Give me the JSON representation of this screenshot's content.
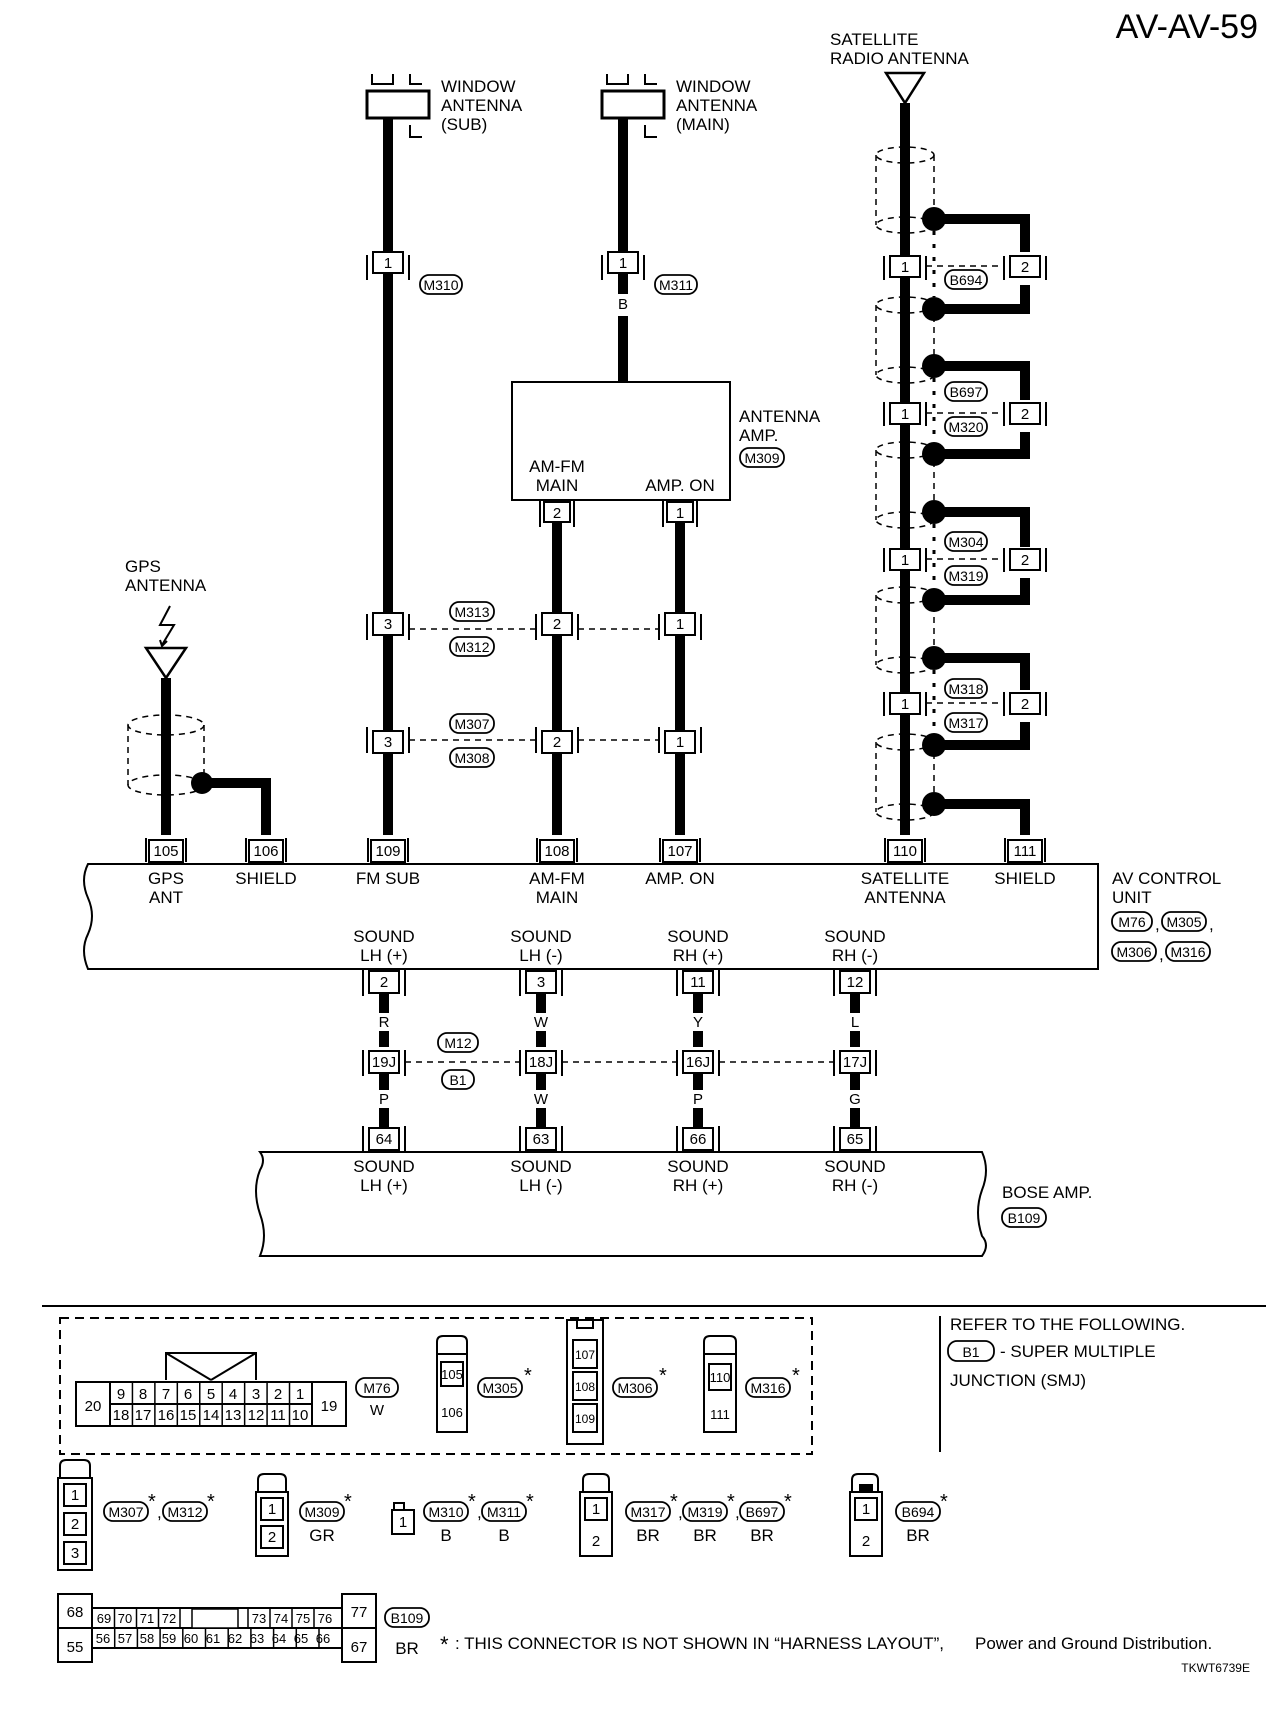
{
  "page": {
    "code": "AV-AV-59",
    "figure_id": "TKWT6739E"
  },
  "antennas": {
    "window_sub": [
      "WINDOW",
      "ANTENNA",
      "(SUB)"
    ],
    "window_main": [
      "WINDOW",
      "ANTENNA",
      "(MAIN)"
    ],
    "satellite": [
      "SATELLITE",
      "RADIO ANTENNA"
    ],
    "gps": [
      "GPS",
      "ANTENNA"
    ],
    "amp": [
      "ANTENNA",
      "AMP."
    ],
    "amp_pins": [
      "AM-FM",
      "MAIN",
      "AMP. ON"
    ]
  },
  "wire_colors": {
    "m311": "B",
    "sound": [
      "R",
      "W",
      "Y",
      "L"
    ],
    "bose": [
      "P",
      "W",
      "P",
      "G"
    ]
  },
  "pins": {
    "m310": "1",
    "m311": "1",
    "amp_amfm": "2",
    "amp_on": "1",
    "inline_mid": [
      "3",
      "2",
      "1"
    ],
    "inline_low": [
      "3",
      "2",
      "1"
    ],
    "sat_a": [
      "1",
      "2"
    ],
    "sat_b": [
      "1",
      "2"
    ],
    "sat_c": [
      "1",
      "2"
    ],
    "sat_d": [
      "1",
      "2"
    ],
    "av_top": [
      "105",
      "106",
      "109",
      "108",
      "107",
      "110",
      "111"
    ],
    "av_bottom": [
      "2",
      "3",
      "11",
      "12"
    ],
    "smj": [
      "19J",
      "18J",
      "16J",
      "17J"
    ],
    "bose": [
      "64",
      "63",
      "66",
      "65"
    ]
  },
  "connectors": {
    "m310": "M310",
    "m311": "M311",
    "m309": "M309",
    "m313": "M313",
    "m312": "M312",
    "m307": "M307",
    "m308": "M308",
    "b694": "B694",
    "b697": "B697",
    "m320": "M320",
    "m304": "M304",
    "m319": "M319",
    "m318": "M318",
    "m317": "M317",
    "m12": "M12",
    "b1": "B1",
    "m76": "M76",
    "m305": "M305",
    "m306": "M306",
    "m316": "M316",
    "b109": "B109"
  },
  "av_unit": {
    "pin_labels": [
      [
        "GPS",
        "ANT"
      ],
      [
        "SHIELD"
      ],
      [
        "FM SUB"
      ],
      [
        "AM-FM",
        "MAIN"
      ],
      [
        "AMP. ON"
      ],
      [
        "SATELLITE",
        "ANTENNA"
      ],
      [
        "SHIELD"
      ]
    ],
    "sound_labels": [
      [
        "SOUND",
        "LH (+)"
      ],
      [
        "SOUND",
        "LH (-)"
      ],
      [
        "SOUND",
        "RH (+)"
      ],
      [
        "SOUND",
        "RH (-)"
      ]
    ],
    "name": [
      "AV CONTROL",
      "UNIT"
    ],
    "sep": ","
  },
  "bose_amp": {
    "sound_labels": [
      [
        "SOUND",
        "LH (+)"
      ],
      [
        "SOUND",
        "LH (-)"
      ],
      [
        "SOUND",
        "RH (+)"
      ],
      [
        "SOUND",
        "RH (-)"
      ]
    ],
    "name": "BOSE AMP."
  },
  "legend": {
    "refer": [
      "REFER TO THE FOLLOWING.",
      "- SUPER MULTIPLE",
      "JUNCTION (SMJ)"
    ],
    "star": "*",
    "m76_color": "W",
    "m76_top": [
      "9",
      "8",
      "7",
      "6",
      "5",
      "4",
      "3",
      "2",
      "1"
    ],
    "m76_bottom": [
      "18",
      "17",
      "16",
      "15",
      "14",
      "13",
      "12",
      "11",
      "10"
    ],
    "m76_left": "20",
    "m76_right": "19",
    "m305_pins": [
      "105",
      "106"
    ],
    "m306_pins": [
      "107",
      "108",
      "109"
    ],
    "m316_pins": [
      "110",
      "111"
    ],
    "m307_pins": [
      "1",
      "2",
      "3"
    ],
    "m309_pins": [
      "1",
      "2"
    ],
    "m309_color": "GR",
    "m310_pin": "1",
    "m310_colors": [
      "B",
      "B"
    ],
    "m317_pins": [
      "1",
      "2"
    ],
    "m317_colors": [
      "BR",
      "BR",
      "BR"
    ],
    "b694_pins": [
      "1",
      "2"
    ],
    "b694_color": "BR",
    "b109_color": "BR",
    "b109_left": [
      "68",
      "55"
    ],
    "b109_right": [
      "77",
      "67"
    ],
    "b109_top": [
      "69",
      "70",
      "71",
      "72",
      "73",
      "74",
      "75",
      "76"
    ],
    "b109_bottom": [
      "56",
      "57",
      "58",
      "59",
      "60",
      "61",
      "62",
      "63",
      "64",
      "65",
      "66"
    ],
    "footnote": ": THIS CONNECTOR IS NOT SHOWN IN “HARNESS LAYOUT”,",
    "footnote_tail": "Power and Ground Distribution."
  }
}
